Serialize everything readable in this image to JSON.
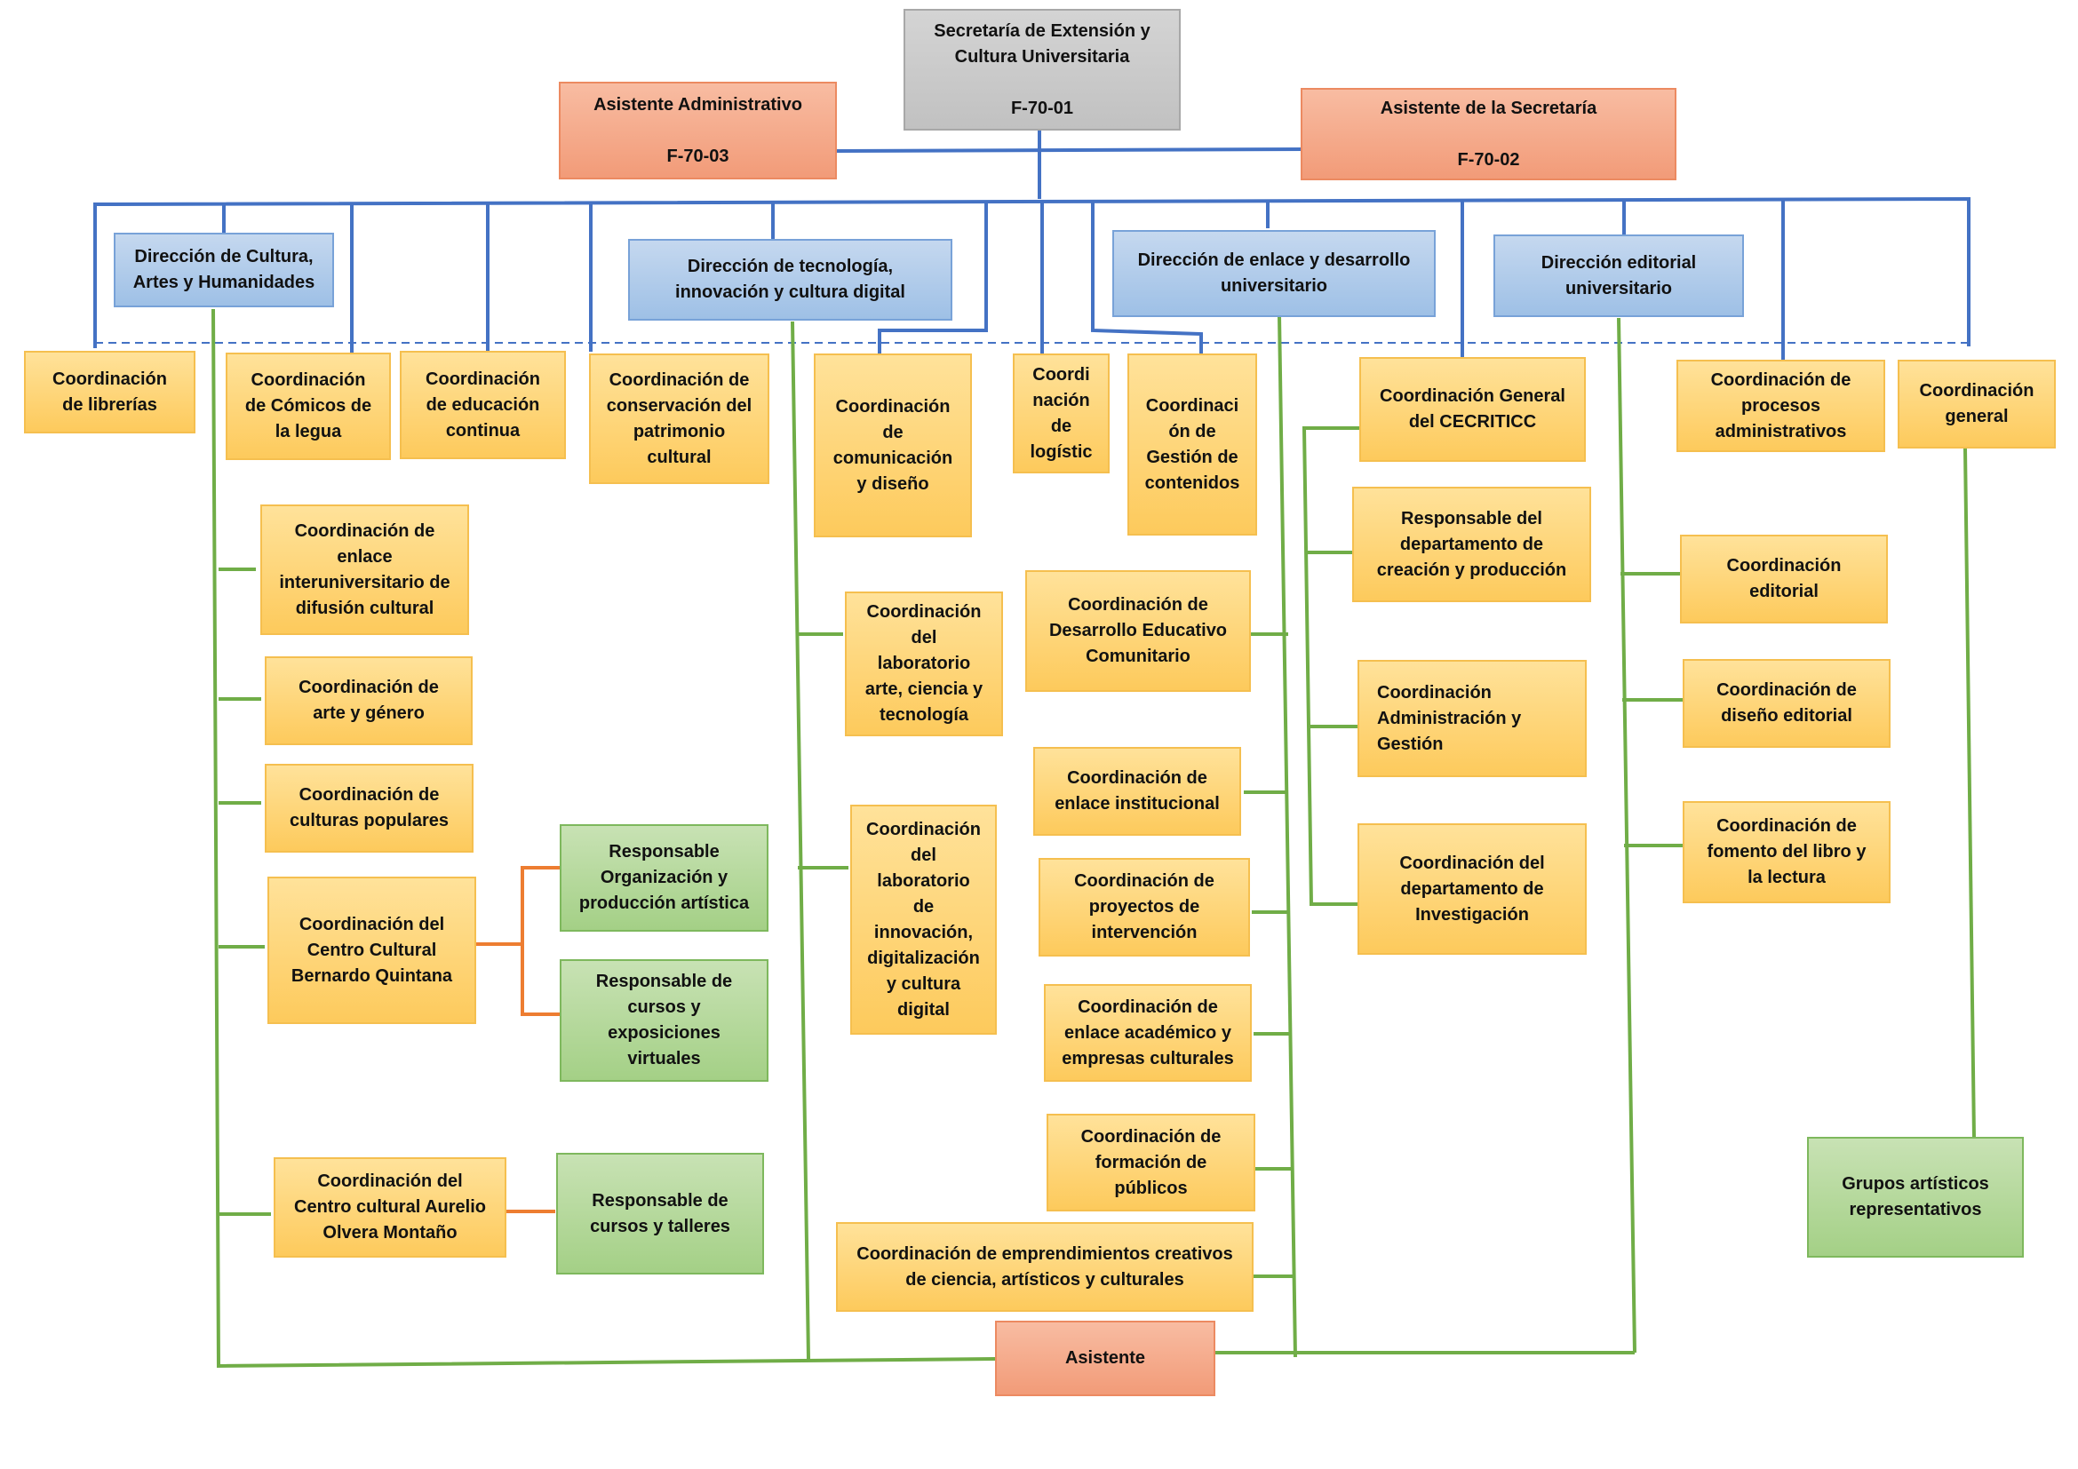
{
  "colors": {
    "head": "#c8c8c8",
    "assistant": "#f5a683",
    "direction": "#a9c7ea",
    "coordination": "#fed26f",
    "responsible": "#acd48f",
    "blue_line": "#4472c4",
    "green_line": "#70ad47",
    "orange_line": "#ed7d31"
  },
  "org": {
    "head": "Secretaría de Extensión y\nCultura Universitaria\n\nF-70-01",
    "asst_admin": "Asistente Administrativo\n\nF-70-03",
    "asst_secretaria": "Asistente de la Secretaría\n\nF-70-02",
    "dir_cultura": "Dirección de Cultura,\nArtes y Humanidades",
    "dir_tecnologia": "Dirección de tecnología,\ninnovación y cultura digital",
    "dir_enlace": "Dirección de enlace y desarrollo\nuniversitario",
    "dir_editorial": "Dirección editorial\nuniversitario",
    "coord_librerias": "Coordinación\nde librerías",
    "coord_comicos": "Coordinación\nde Cómicos de\nla legua",
    "coord_educacion": "Coordinación\nde educación\ncontinua",
    "coord_conservacion": "Coordinación de\nconservación del\npatrimonio\ncultural",
    "coord_comunicacion": "Coordinación\nde\ncomunicación\ny diseño",
    "coord_logistic": "Coordi\nnación\nde\nlogístic",
    "coord_gestion_contenidos": "Coordinaci\nón de\nGestión de\ncontenidos",
    "coord_cecriticc": "Coordinación General\ndel CECRITICC",
    "coord_procesos": "Coordinación de\nprocesos\nadministrativos",
    "coord_general": "Coordinación\ngeneral",
    "coord_interuniversitario": "Coordinación de\nenlace\ninteruniversitario de\ndifusión cultural",
    "coord_arte_genero": "Coordinación de\narte y género",
    "coord_culturas": "Coordinación de\nculturas populares",
    "coord_quintana": "Coordinación del\nCentro Cultural\nBernardo Quintana",
    "coord_olvera": "Coordinación del\nCentro cultural Aurelio\nOlvera Montaño",
    "resp_organizacion": "Responsable\nOrganización y\nproducción artística",
    "resp_cursos_virtuales": "Responsable de\ncursos y\nexposiciones\nvirtuales",
    "resp_talleres": "Responsable de\ncursos y talleres",
    "coord_lab_arte": "Coordinación\ndel\nlaboratorio\narte, ciencia y\ntecnología",
    "coord_lab_innovacion": "Coordinación\ndel\nlaboratorio\nde\ninnovación,\ndigitalización\ny cultura\ndigital",
    "coord_desarrollo_educativo": "Coordinación de\nDesarrollo Educativo\nComunitario",
    "coord_enlace_institucional": "Coordinación de\nenlace institucional",
    "coord_proyectos": "Coordinación de\nproyectos de\nintervención",
    "coord_enlace_academico": "Coordinación de\nenlace académico y\nempresas culturales",
    "coord_formacion": "Coordinación de\nformación de\npúblicos",
    "coord_emprendimientos": "Coordinación de emprendimientos creativos\nde ciencia, artísticos y culturales",
    "asistente": "Asistente",
    "resp_creacion": "Responsable del\ndepartamento de\ncreación y producción",
    "coord_admin_gestion": "Coordinación\nAdministración y\nGestión",
    "coord_investigacion": "Coordinación del\ndepartamento de\nInvestigación",
    "coord_editorial": "Coordinación\neditorial",
    "coord_diseno_editorial": "Coordinación de\ndiseño editorial",
    "coord_fomento": "Coordinación de\nfomento del libro y\nla lectura",
    "grupos_artisticos": "Grupos artísticos\nrepresentativos"
  }
}
